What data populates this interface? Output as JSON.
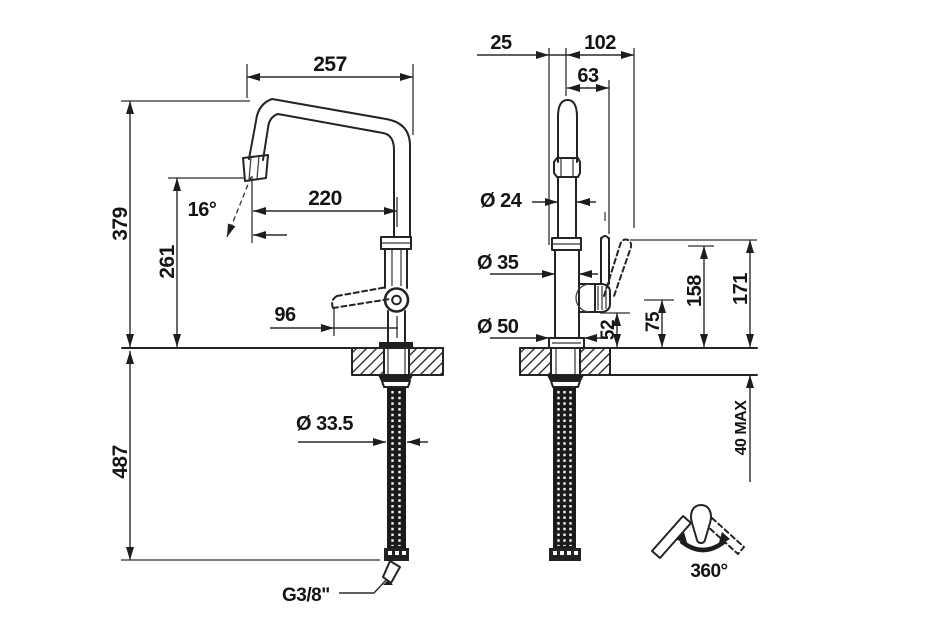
{
  "drawing": {
    "background": "#ffffff",
    "line_color": "#222222",
    "views": {
      "front": {
        "dims": {
          "spout_width": "257",
          "overall_height": "379",
          "outlet_height": "261",
          "spout_reach": "220",
          "outlet_angle": "16°",
          "handle_length": "96",
          "hose_drop": "487",
          "hole_diameter": "Ø 33.5",
          "thread_size": "G3/8\""
        }
      },
      "side": {
        "dims": {
          "rear_clearance": "25",
          "handle_projection": "102",
          "outlet_projection": "63",
          "spout_diameter": "Ø 24",
          "body_diameter": "Ø 35",
          "base_diameter": "Ø 50",
          "spray_height": "52",
          "pivot_height": "75",
          "handle_top_height": "158",
          "overall_above_deck": "171",
          "deck_thickness": "40 MAX",
          "swivel": "360°"
        }
      }
    }
  }
}
